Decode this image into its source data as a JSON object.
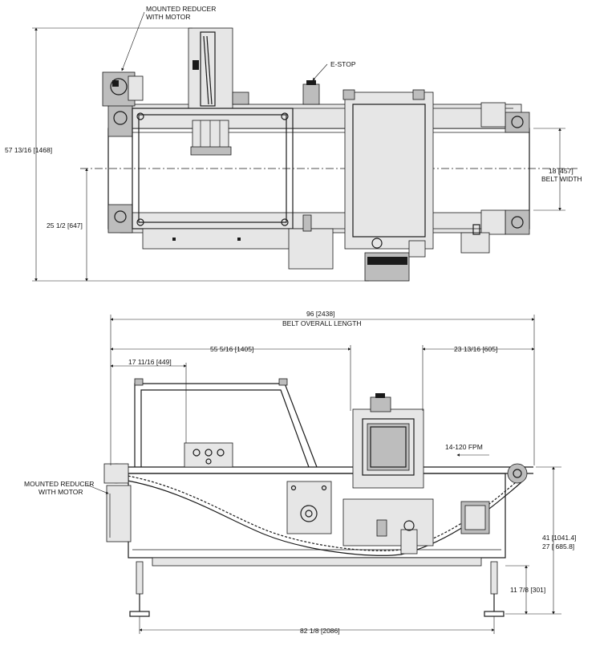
{
  "top_view": {
    "callout_reducer_line1": "MOUNTED REDUCER",
    "callout_reducer_line2": "WITH MOTOR",
    "callout_estop": "E-STOP",
    "dim_overall_width": "57 13/16 [1468]",
    "dim_belt_width_value": "18 [457]",
    "dim_belt_width_label": "BELT WIDTH",
    "dim_offset": "25 1/2 [647]"
  },
  "side_view": {
    "dim_belt_length_value": "96 [2438]",
    "dim_belt_length_label": "BELT OVERALL LENGTH",
    "dim_detector_center": "55 5/16 [1405]",
    "dim_panel": "17 11/16 [449]",
    "dim_right": "23 13/16 [605]",
    "speed": "14-120 FPM",
    "callout_reducer_line1": "MOUNTED REDUCER",
    "callout_reducer_line2": "WITH MOTOR",
    "dim_height_line1": "41 [1041.4]",
    "dim_height_line2": "27 [ 685.8]",
    "dim_leg": "11 7/8 [301]",
    "dim_feet": "82 1/8 [2086]"
  },
  "colors": {
    "ink": "#1a1a1a",
    "fill_grey": "#bdbdbd",
    "fill_light": "#e6e6e6"
  }
}
